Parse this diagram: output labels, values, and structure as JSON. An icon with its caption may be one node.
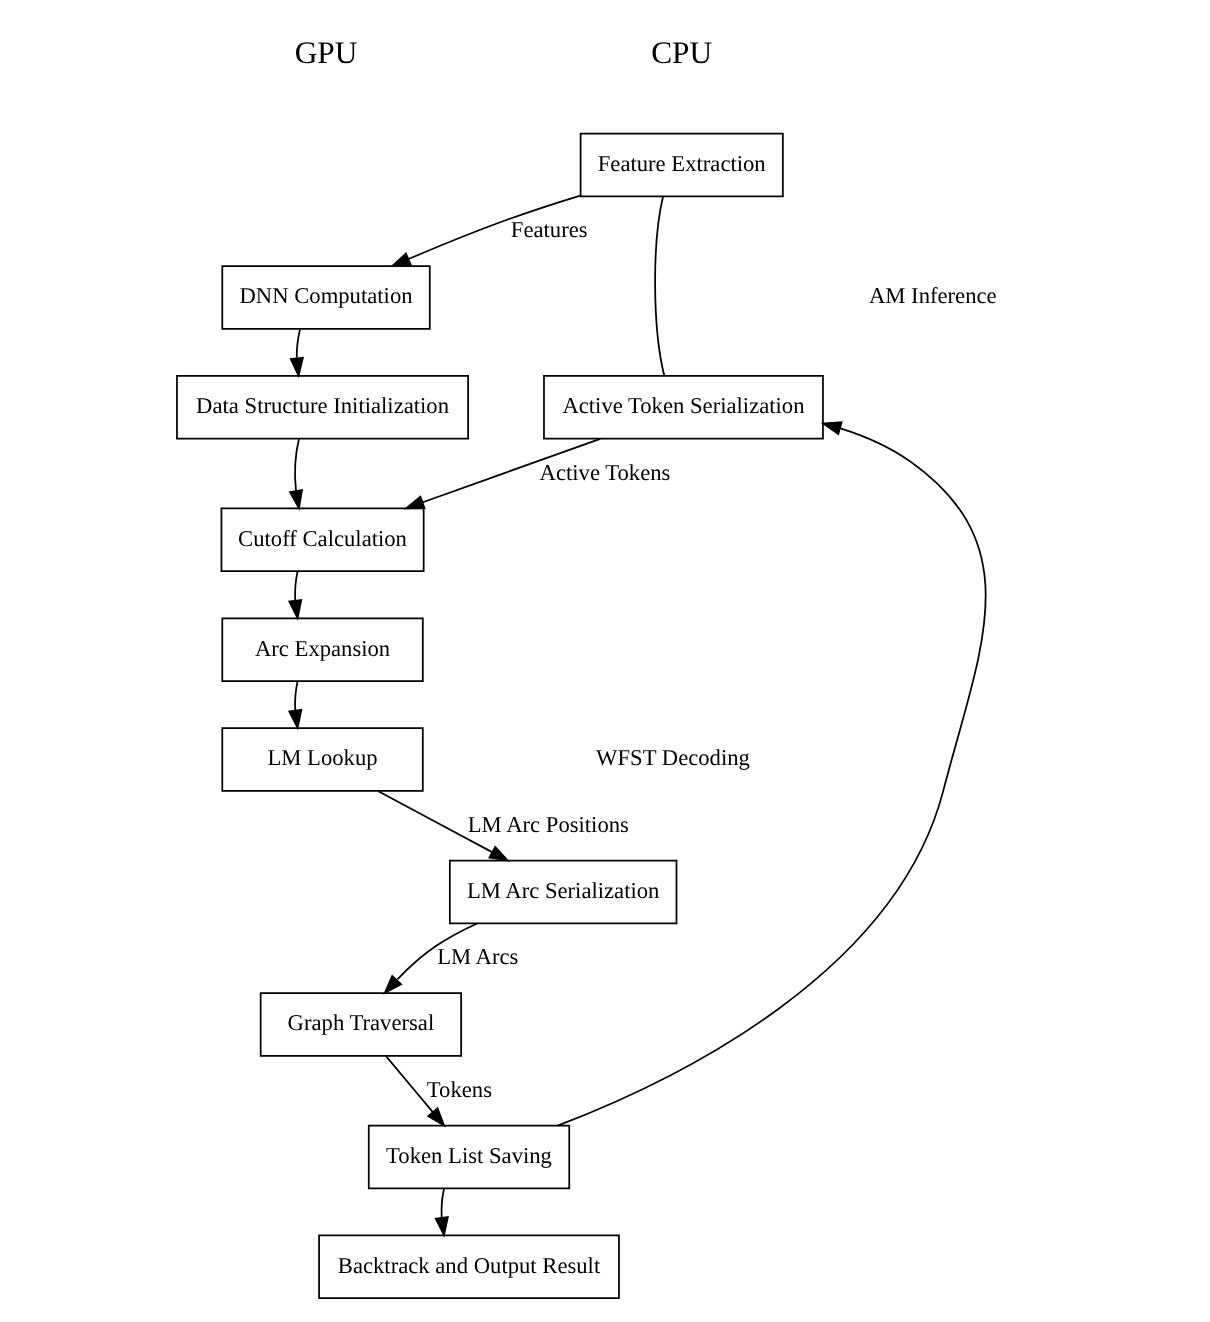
{
  "diagram": {
    "nodes": [
      {
        "text": [
          "Feature Extraction"
        ]
      },
      {
        "text": [
          "Active Token Serialization"
        ]
      },
      {
        "text": [
          "LM Arc Serialization"
        ]
      },
      {
        "text": [
          "Token List Saving"
        ]
      },
      {
        "text": [
          "Backtrack and Output Result"
        ]
      },
      {
        "text": [
          "DNN Computation"
        ]
      },
      {
        "text": [
          "Data Structure Initialization"
        ]
      },
      {
        "text": [
          "Cutoff Calculation"
        ]
      },
      {
        "text": [
          "Arc Expansion"
        ]
      },
      {
        "text": [
          "LM Lookup"
        ]
      },
      {
        "text": [
          "Graph Traversal"
        ]
      }
    ],
    "edges": [
      {
        "from": 0,
        "to": 5,
        "arrow": "to",
        "label": "Features"
      },
      {
        "from": 0,
        "to": 1,
        "arrow": "none"
      },
      {
        "from": 5,
        "to": 6,
        "arrow": "to"
      },
      {
        "from": 1,
        "to": 7,
        "arrow": "to",
        "label": "Active Tokens"
      },
      {
        "from": 6,
        "to": 7,
        "arrow": "to"
      },
      {
        "from": 7,
        "to": 8,
        "arrow": "to"
      },
      {
        "from": 8,
        "to": 9,
        "arrow": "to"
      },
      {
        "from": 9,
        "to": 2,
        "arrow": "to",
        "label": "LM Arc Positions"
      },
      {
        "from": 2,
        "to": 10,
        "arrow": "to",
        "label": "LM Arcs"
      },
      {
        "from": 10,
        "to": 3,
        "arrow": "to",
        "label": "Tokens"
      },
      {
        "from": 3,
        "to": 4,
        "arrow": "to"
      },
      {
        "from": 3,
        "to": 1,
        "arrow": "to"
      }
    ],
    "labels": [
      "CPU",
      "GPU",
      "AM Inference",
      "WFST Decoding"
    ]
  }
}
